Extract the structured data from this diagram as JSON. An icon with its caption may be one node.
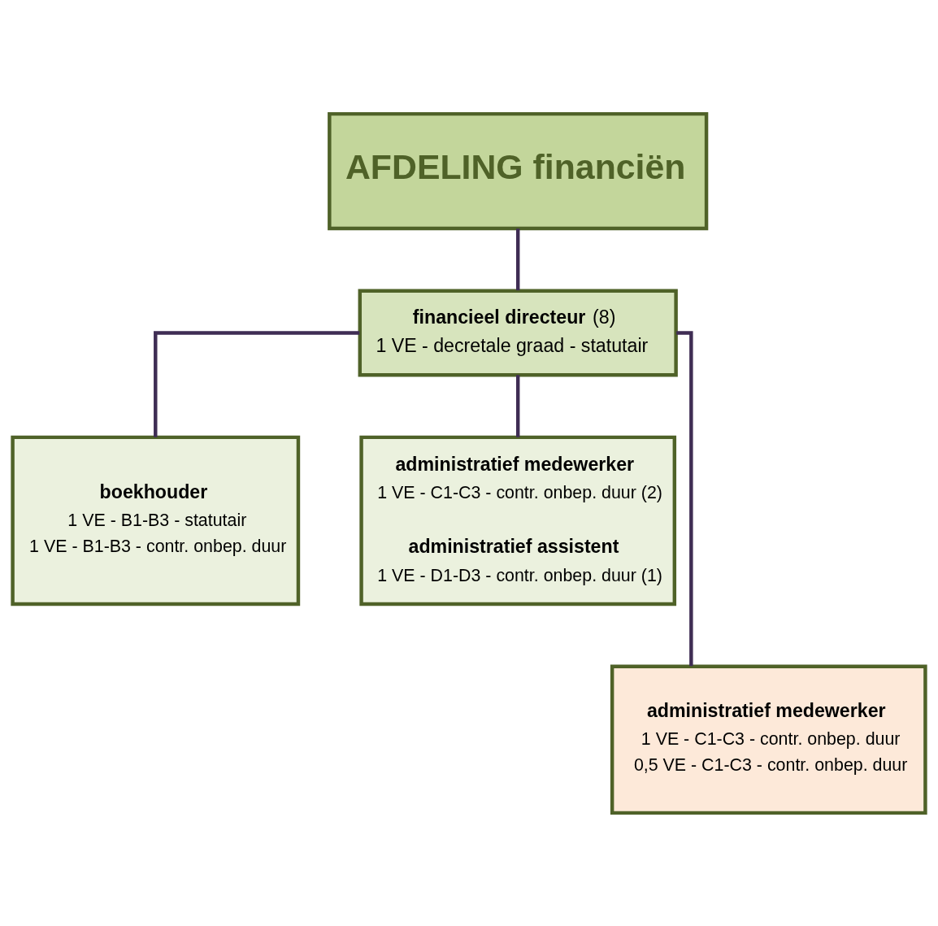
{
  "diagram": {
    "nodes": [
      {
        "text": [
          "AFDELING financiën"
        ]
      },
      {
        "text": [
          "**financieel directeur** (8)",
          "1 VE - decretale graad - statutair"
        ]
      },
      {
        "text": [
          "boekhouder",
          "1 VE - B1-B3 - statutair",
          "1 VE - B1-B3 - contr. onbep. duur"
        ]
      },
      {
        "text": [
          "administratief medewerker",
          "1 VE - C1-C3 - contr. onbep. duur (2)",
          "administratief assistent",
          "1 VE - D1-D3 - contr. onbep. duur (1)"
        ]
      },
      {
        "text": [
          "administratief medewerker",
          "1 VE - C1-C3 - contr. onbep. duur",
          "0,5 VE - C1-C3 - contr. onbep. duur"
        ]
      }
    ],
    "edges": [
      {
        "from": 0,
        "to": 1,
        "arrow": "none"
      },
      {
        "from": 1,
        "to": 2,
        "arrow": "none"
      },
      {
        "from": 1,
        "to": 3,
        "arrow": "none"
      },
      {
        "from": 1,
        "to": 4,
        "arrow": "none"
      }
    ]
  }
}
